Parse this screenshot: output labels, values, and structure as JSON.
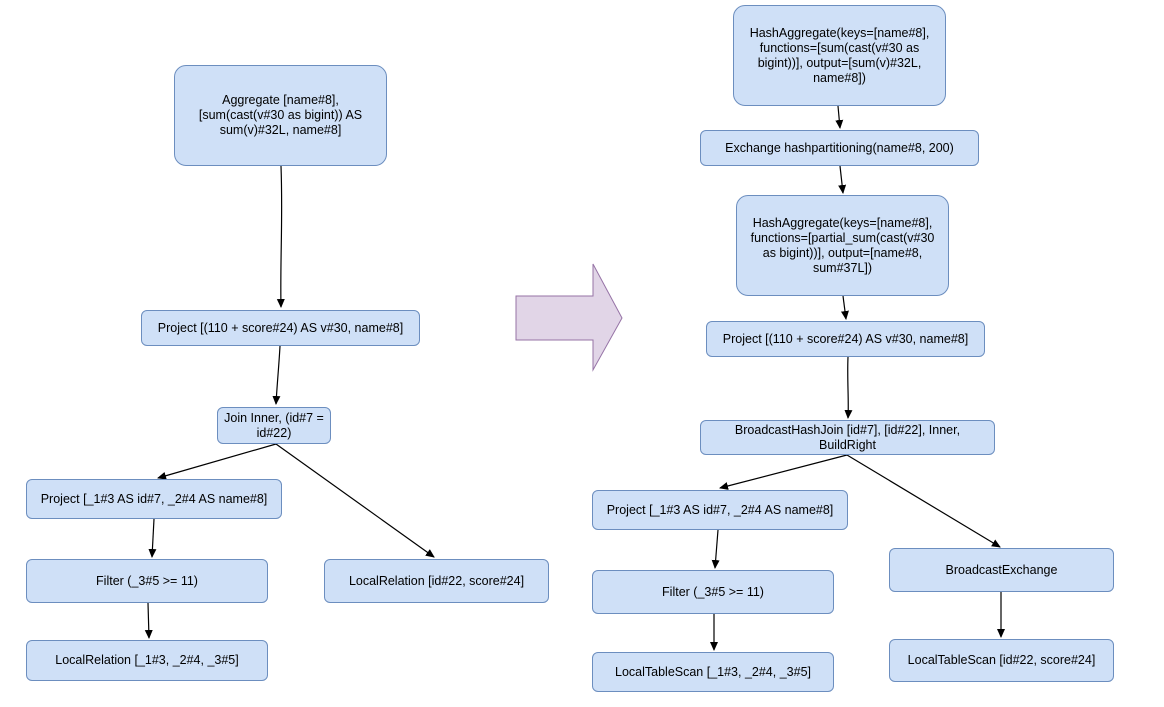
{
  "left_plan": {
    "aggregate": "Aggregate [name#8], [sum(cast(v#30 as bigint)) AS sum(v)#32L, name#8]",
    "project_v": "Project [(110 + score#24) AS v#30, name#8]",
    "join": "Join Inner, (id#7 = id#22)",
    "project_id": "Project [_1#3 AS id#7, _2#4 AS name#8]",
    "filter": "Filter (_3#5 >= 11)",
    "local_relation_1": "LocalRelation [_1#3, _2#4, _3#5]",
    "local_relation_2": "LocalRelation [id#22, score#24]"
  },
  "right_plan": {
    "hash_aggregate_final": "HashAggregate(keys=[name#8], functions=[sum(cast(v#30 as bigint))], output=[sum(v)#32L, name#8])",
    "exchange": "Exchange hashpartitioning(name#8, 200)",
    "hash_aggregate_partial": "HashAggregate(keys=[name#8], functions=[partial_sum(cast(v#30 as bigint))], output=[name#8, sum#37L])",
    "project_v": "Project [(110 + score#24) AS v#30, name#8]",
    "broadcast_hash_join": "BroadcastHashJoin [id#7], [id#22], Inner, BuildRight",
    "project_id": "Project [_1#3 AS id#7, _2#4 AS name#8]",
    "filter": "Filter (_3#5 >= 11)",
    "local_table_scan_1": "LocalTableScan [_1#3, _2#4, _3#5]",
    "broadcast_exchange": "BroadcastExchange",
    "local_table_scan_2": "LocalTableScan [id#22, score#24]"
  },
  "colors": {
    "node_fill": "#cfe0f7",
    "node_border": "#6c8ebf",
    "arrow_fill": "#e1d5e7",
    "arrow_border": "#9673a6",
    "edge": "#000000"
  }
}
